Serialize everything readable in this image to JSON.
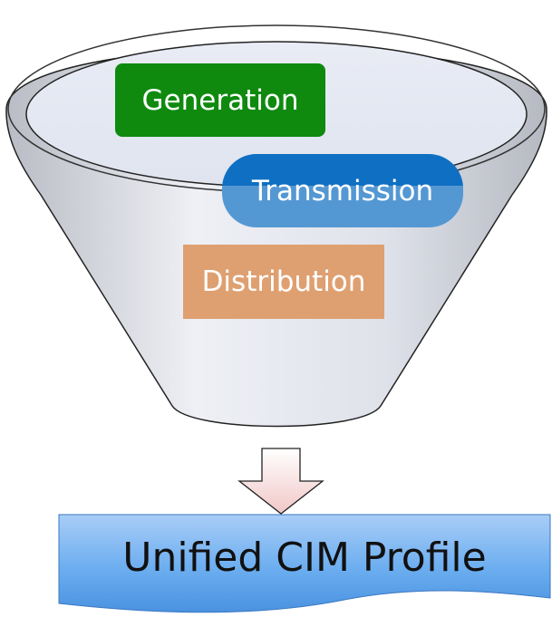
{
  "diagram": {
    "stages": [
      {
        "label": "Generation",
        "color": "#0f8a0f"
      },
      {
        "label": "Transmission",
        "color": "#0f6fc2"
      },
      {
        "label": "Distribution",
        "color": "#dfa071"
      }
    ],
    "output": {
      "label": "Unified CIM Profile",
      "color": "#5aa0e8"
    },
    "funnel_color": "#dfe4ef",
    "arrow_color": "#f6d4d4"
  }
}
